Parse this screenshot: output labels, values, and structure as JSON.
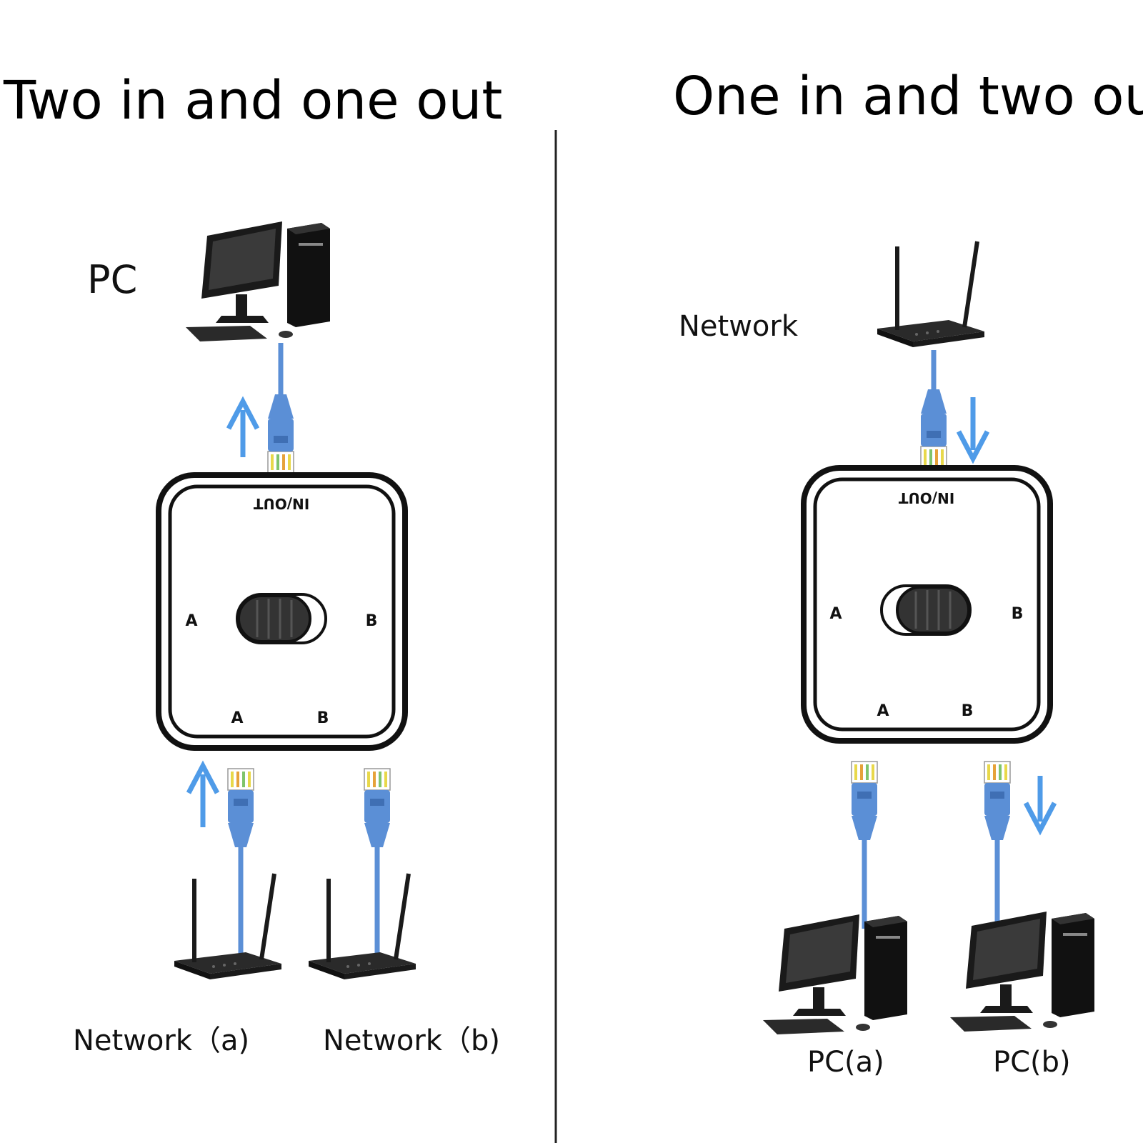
{
  "left_panel": {
    "title": "Two in and one out",
    "pc_label": "PC",
    "network_a_label": "Network（a)",
    "network_b_label": "Network（b)",
    "switch": {
      "inout_label": "IN/OUT",
      "side_a": "A",
      "side_b": "B",
      "port_a": "A",
      "port_b": "B"
    }
  },
  "right_panel": {
    "title": "One in and two out",
    "network_label": "Network",
    "pc_a_label": "PC(a)",
    "pc_b_label": "PC(b)",
    "switch": {
      "inout_label": "IN/OUT",
      "side_a": "A",
      "side_b": "B",
      "port_a": "A",
      "port_b": "B"
    }
  },
  "colors": {
    "cable": "#5b8fd6",
    "arrow": "#4f9be8",
    "connector_pins": "#e8d84a",
    "device_dark": "#1a1a1a",
    "divider": "#222222"
  },
  "icons": [
    "computer-icon",
    "router-icon",
    "ethernet-plug-icon",
    "arrow-up-icon",
    "arrow-down-icon",
    "switch-box-icon"
  ]
}
